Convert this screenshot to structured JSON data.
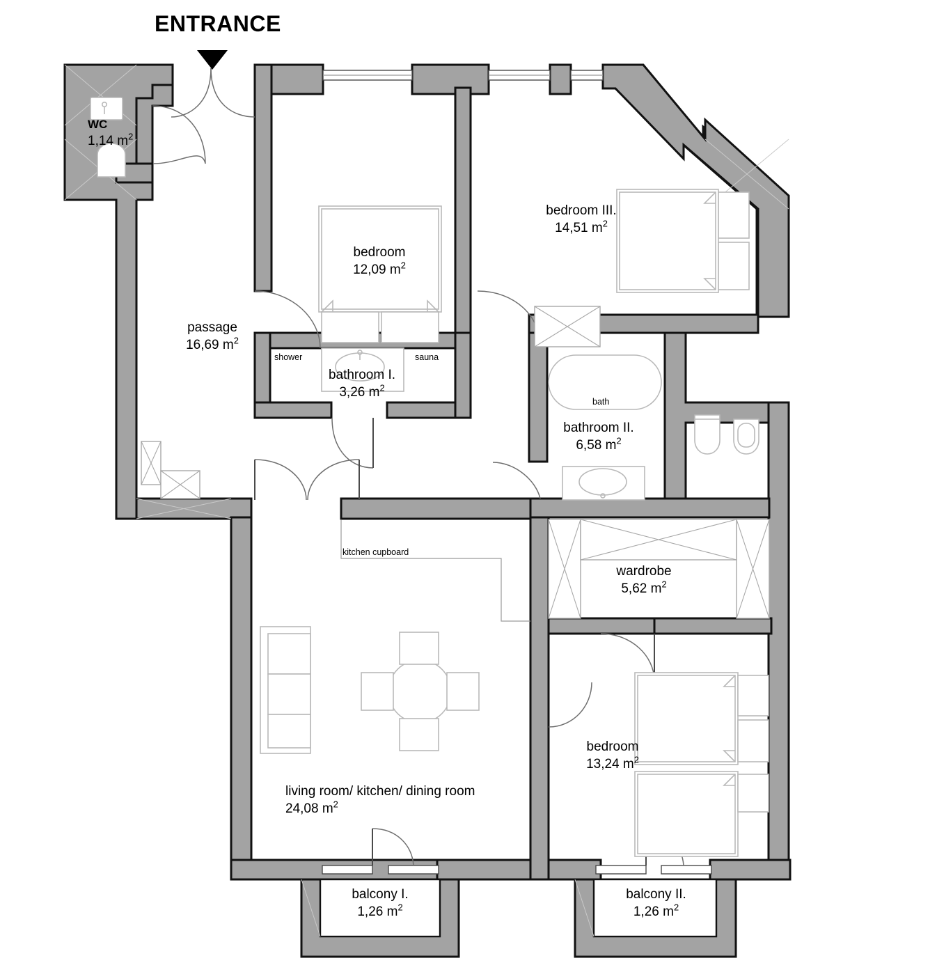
{
  "plan": {
    "entrance_label": "ENTRANCE",
    "units": "m",
    "colors": {
      "wall_fill": "#a3a3a3",
      "wall_stroke": "#111111",
      "furniture_stroke": "#b9b9b9",
      "thin_stroke": "#8a8a8a",
      "background": "#ffffff",
      "text": "#000000"
    }
  },
  "rooms": [
    {
      "key": "wc",
      "name": "WC",
      "area": "1,14 m",
      "sup": "2"
    },
    {
      "key": "bedroom1",
      "name": "bedroom",
      "area": "12,09 m",
      "sup": "2"
    },
    {
      "key": "bedroom3",
      "name": "bedroom III.",
      "area": "14,51 m",
      "sup": "2"
    },
    {
      "key": "passage",
      "name": "passage",
      "area": "16,69 m",
      "sup": "2"
    },
    {
      "key": "bathroom1",
      "name": "bathroom I.",
      "area": "3,26 m",
      "sup": "2"
    },
    {
      "key": "bathroom2",
      "name": "bathroom II.",
      "area": "6,58 m",
      "sup": "2"
    },
    {
      "key": "wardrobe",
      "name": "wardrobe",
      "area": "5,62 m",
      "sup": "2"
    },
    {
      "key": "bedroom2",
      "name": "bedroom",
      "area": "13,24 m",
      "sup": "2"
    },
    {
      "key": "living",
      "name": "living room/ kitchen/ dining room",
      "area": "24,08 m",
      "sup": "2"
    },
    {
      "key": "balcony1",
      "name": "balcony I.",
      "area": "1,26 m",
      "sup": "2"
    },
    {
      "key": "balcony2",
      "name": "balcony II.",
      "area": "1,26 m",
      "sup": "2"
    }
  ],
  "fixtures": [
    {
      "key": "shower",
      "label": "shower"
    },
    {
      "key": "sauna",
      "label": "sauna"
    },
    {
      "key": "bath",
      "label": "bath"
    },
    {
      "key": "kitchen_cupboard",
      "label": "kitchen cupboard"
    }
  ],
  "icons": {
    "entrance_marker": "entrance-arrow-icon",
    "wc_toilet": "toilet-icon",
    "wc_sink": "sink-icon",
    "bath_tub": "bathtub-icon",
    "bath_toilet": "toilet-icon",
    "bath_bidet": "bidet-icon",
    "bath_basin": "washbasin-icon",
    "sofa": "sofa-icon",
    "dining_table": "round-table-icon",
    "bed": "bed-icon"
  }
}
